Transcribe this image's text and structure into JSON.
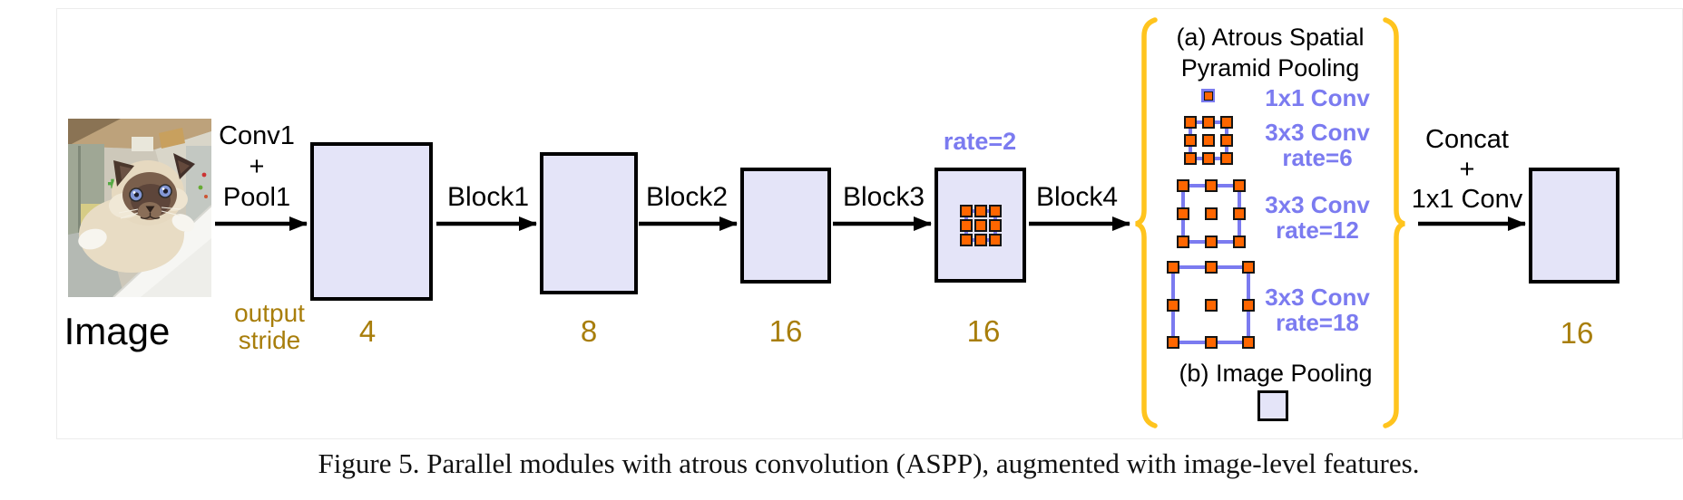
{
  "colors": {
    "block_fill": "#e4e4f8",
    "kernel_orange": "#ff6600",
    "periwinkle_blue": "#7b7bf0",
    "stride_gold": "#a87e0b",
    "brace_gold": "#ffc41e"
  },
  "pipeline": {
    "image_label": "Image",
    "conv_pool_label": "Conv1\n+\nPool1",
    "output_stride_label": "output\nstride",
    "arrow_labels": [
      "Block1",
      "Block2",
      "Block3",
      "Block4"
    ],
    "rate_label": "rate=2",
    "strides": [
      "4",
      "8",
      "16",
      "16",
      "16"
    ]
  },
  "aspp": {
    "title": "(a) Atrous Spatial\nPyramid Pooling",
    "branches": [
      {
        "label": "1x1 Conv"
      },
      {
        "label": "3x3 Conv\nrate=6"
      },
      {
        "label": "3x3 Conv\nrate=12"
      },
      {
        "label": "3x3 Conv\nrate=18"
      }
    ],
    "image_pooling_label": "(b) Image Pooling"
  },
  "output": {
    "concat_label": "Concat\n+\n1x1 Conv"
  },
  "caption": {
    "text": "Figure 5. Parallel modules with atrous convolution (ASPP), augmented with image-level features."
  }
}
